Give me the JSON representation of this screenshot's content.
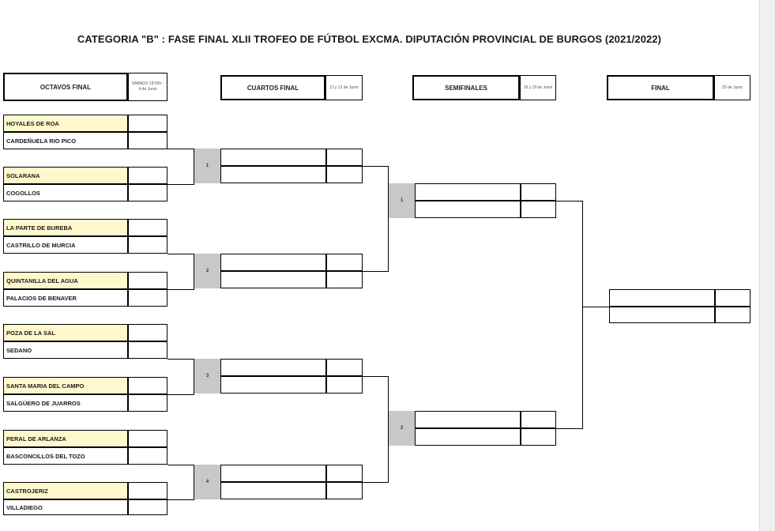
{
  "title": "CATEGORIA \"B\" : FASE FINAL XLII TROFEO DE FÚTBOL EXCMA. DIPUTACIÓN PROVINCIAL DE BURGOS (2021/2022)",
  "headers": {
    "octavos": {
      "label": "OCTAVOS FINAL",
      "date": "SÁBADO 18:00h - 4 de Junio"
    },
    "cuartos": {
      "label": "CUARTOS FINAL",
      "date": "11 y 12 de Junio"
    },
    "semis": {
      "label": "SEMIFINALES",
      "date": "18 y 19 de Junio"
    },
    "final": {
      "label": "FINAL",
      "date": "25 de Junio"
    }
  },
  "teams": [
    "HOYALES DE ROA",
    "CARDEÑUELA RIO PICO",
    "SOLARANA",
    "COGOLLOS",
    "LA PARTE DE BUREBA",
    "CASTRILLO DE MURCIA",
    "QUINTANILLA DEL AGUA",
    "PALACIOS DE BENAVER",
    "POZA DE LA SAL",
    "SEDANO",
    "SANTA MARIA DEL CAMPO",
    "SALGÜERO DE JUARROS",
    "PERAL DE ARLANZA",
    "BASCONCILLOS DEL TOZO",
    "CASTROJERIZ",
    "VILLADIEGO"
  ],
  "match_numbers": {
    "cuartos": [
      "1",
      "2",
      "3",
      "4"
    ],
    "semis": [
      "1",
      "2"
    ]
  },
  "colors": {
    "seed_highlight": "#fff8cc",
    "number_box": "#c8c8c8"
  }
}
